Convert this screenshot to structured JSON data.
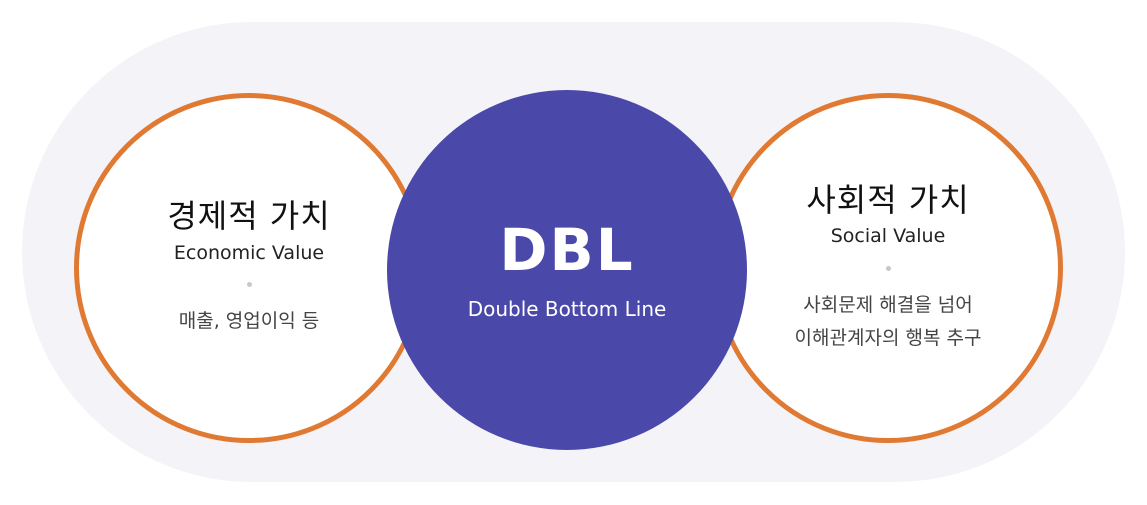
{
  "left": {
    "title_ko": "경제적 가치",
    "title_en": "Economic Value",
    "description": [
      "매출, 영업이익 등"
    ]
  },
  "center": {
    "title": "DBL",
    "subtitle": "Double Bottom Line"
  },
  "right": {
    "title_ko": "사회적 가치",
    "title_en": "Social Value",
    "description": [
      "사회문제 해결을 넘어",
      "이해관계자의 행복 추구"
    ]
  },
  "colors": {
    "background_pill": "#f4f3f8",
    "side_ring": "#e07a32",
    "center_fill": "#4a48a8"
  }
}
